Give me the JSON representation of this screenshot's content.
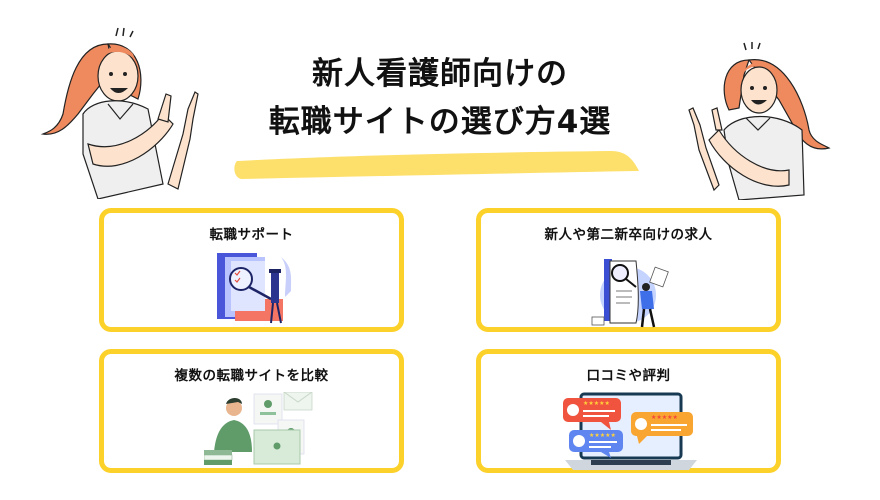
{
  "header": {
    "title_line1": "新人看護師向けの",
    "title_line2": "転職サイトの選び方4選"
  },
  "colors": {
    "accent_yellow": "#fcd12a",
    "underline_yellow": "#fde06b",
    "hair": "#ef8a5f",
    "shirt": "#efefef",
    "skin": "#fde3cd"
  },
  "cards": [
    {
      "label": "転職サポート",
      "illustration": "detective-magnifier-documents"
    },
    {
      "label": "新人や第二新卒向けの求人",
      "illustration": "person-magnifier-resume"
    },
    {
      "label": "複数の転職サイトを比較",
      "illustration": "man-laptop-profiles"
    },
    {
      "label": "口コミや評判",
      "illustration": "laptop-review-bubbles"
    }
  ]
}
